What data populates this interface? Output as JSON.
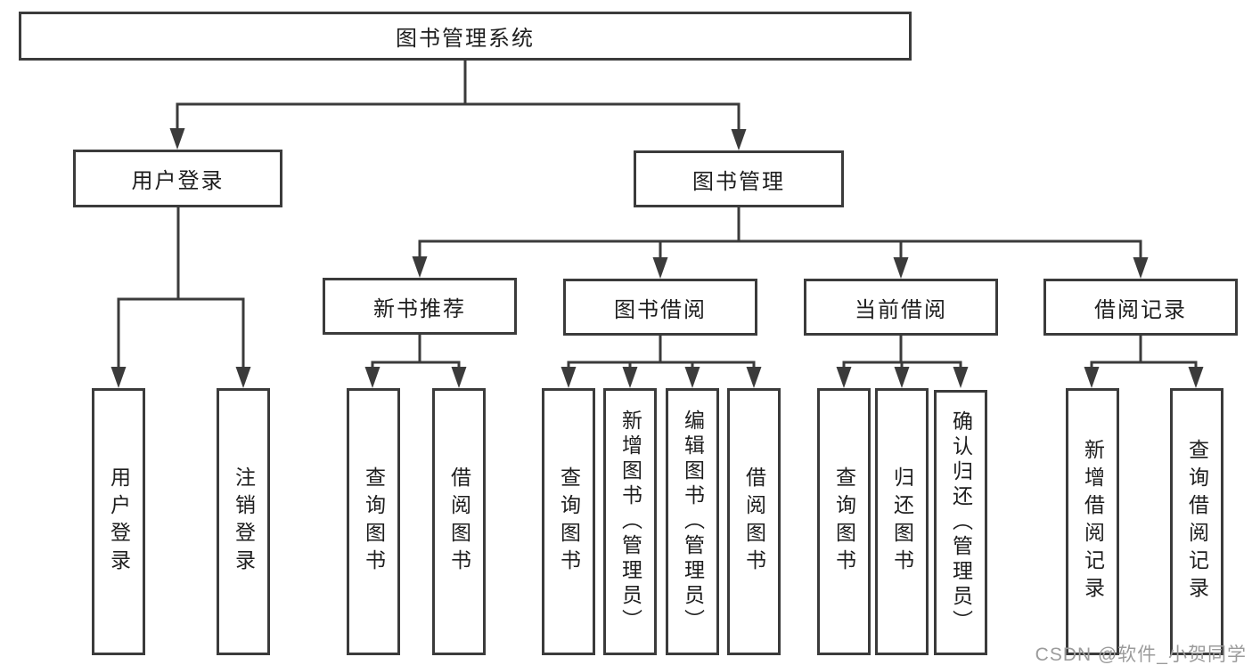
{
  "diagram": {
    "root": "图书管理系统",
    "branches": {
      "login": {
        "label": "用户登录",
        "children": [
          "用户登录",
          "注销登录"
        ]
      },
      "management": {
        "label": "图书管理",
        "groups": [
          {
            "label": "新书推荐",
            "children": [
              "查询图书",
              "借阅图书"
            ]
          },
          {
            "label": "图书借阅",
            "children": [
              "查询图书",
              "新增图书（管理员）",
              "编辑图书（管理员）",
              "借阅图书"
            ]
          },
          {
            "label": "当前借阅",
            "children": [
              "查询图书",
              "归还图书",
              "确认归还（管理员）"
            ]
          },
          {
            "label": "借阅记录",
            "children": [
              "新增借阅记录",
              "查询借阅记录"
            ]
          }
        ]
      }
    },
    "watermark": "CSDN @软件_小贺同学",
    "colors": {
      "line": "#3b3b3b",
      "box_border": "#3b3b3b",
      "text": "#1e1e1e",
      "watermark": "#9b9b9b",
      "background": "#ffffff"
    }
  }
}
